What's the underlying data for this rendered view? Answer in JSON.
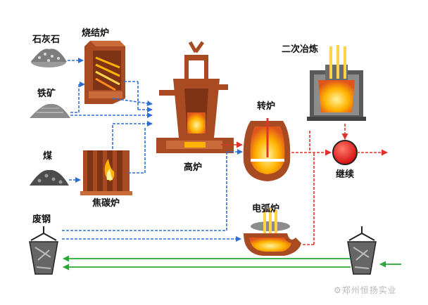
{
  "labels": {
    "limestone": "石灰石",
    "sinter": "烧结炉",
    "iron_ore": "铁矿",
    "coal": "煤",
    "coke_oven": "焦碳炉",
    "blast_furnace": "高炉",
    "converter": "转炉",
    "secondary_refining": "二次冶炼",
    "continuous_casting": "继续",
    "eaf": "电弧炉",
    "scrap": "废钢"
  },
  "watermark": "⚙郑州恒扬实业",
  "colors": {
    "blue_flow": "#2e6fd6",
    "red_flow": "#e0332b",
    "green_flow": "#29a83a",
    "furnace_brown": "#a84a22",
    "molten": "#ffb300"
  }
}
